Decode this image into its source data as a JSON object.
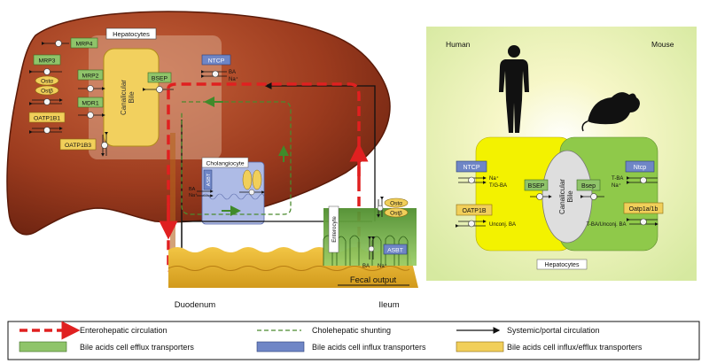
{
  "liver": {
    "hepatocytes_label": "Hepatocytes",
    "canalicular_bile_label": "Canalicular\nBile",
    "transporters": {
      "mrp4": "MRP4",
      "mrp3": "MRP3",
      "ost_alpha": "Ostα",
      "ost_beta": "Ostβ",
      "oatp1b1": "OATP1B1",
      "oatp1b3": "OATP1B3",
      "mrp2": "MRP2",
      "mdr1": "MDR1",
      "bsep": "BSEP",
      "ntcp": "NTCP"
    },
    "ntcp_ba": "BA",
    "ntcp_na": "Na⁺",
    "cholangiocyte_label": "Cholangiocyte",
    "asbt_vertical": "ASBT",
    "chol_ba": "BA",
    "chol_na": "Na⁺"
  },
  "intestine": {
    "enterocyte_label": "Enterocyte",
    "ost_alpha": "Ostα",
    "ost_beta": "Ostβ",
    "asbt": "ASBT",
    "ba": "BA",
    "na": "Na⁺",
    "fecal_output": "Fecal output",
    "duodenum": "Duodenum",
    "ileum": "Ileum"
  },
  "comparison": {
    "human": "Human",
    "mouse": "Mouse",
    "canalicular_bile": "Canalicular\nBile",
    "hepatocytes": "Hepatocytes",
    "human_ntcp": "NTCP",
    "human_ntcp_na": "Na⁺",
    "human_ntcp_ba": "T/G-BA",
    "human_oatp": "OATP1B",
    "human_oatp_ba": "Unconj. BA",
    "human_bsep": "BSEP",
    "mouse_bsep": "Bsep",
    "mouse_ntcp": "Ntcp",
    "mouse_ntcp_ba": "T-BA",
    "mouse_ntcp_na": "Na⁺",
    "mouse_oatp": "Oatp1a/1b",
    "mouse_oatp_ba": "T-BA/Unconj. BA"
  },
  "legend": {
    "enterohepatic": "Enterohepatic circulation",
    "cholehepatic": "Cholehepatic shunting",
    "systemic": "Systemic/portal circulation",
    "efflux": "Bile acids cell efflux transporters",
    "influx": "Bile acids cell influx transporters",
    "influx_efflux": "Bile acids cell influx/efflux transporters"
  },
  "colors": {
    "enterohepatic_red": "#e02020",
    "cholehepatic_green": "#5a9a3a",
    "efflux_green": "#8fc46a",
    "influx_blue": "#6f86c6",
    "influx_efflux_yellow": "#f1cf5a",
    "liver_brown": "#9a3a1e",
    "human_yellow": "#f3f200",
    "mouse_green": "#8fc94a"
  }
}
